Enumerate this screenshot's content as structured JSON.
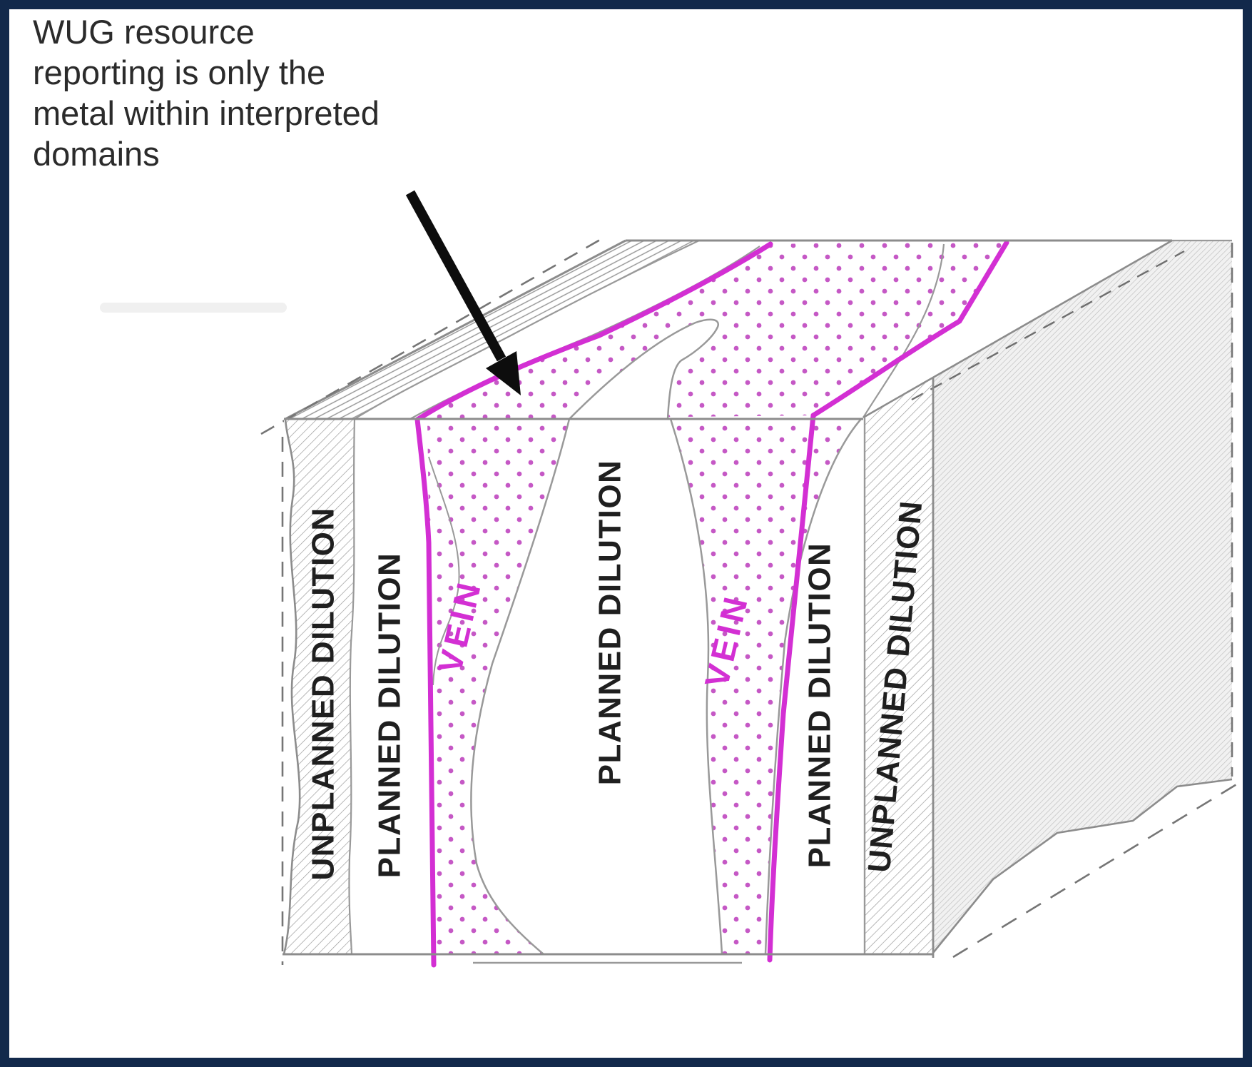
{
  "annotation": {
    "lines": [
      "WUG resource",
      "reporting is only the",
      "metal within interpreted",
      "domains"
    ]
  },
  "diagram": {
    "labels": {
      "unplanned_left": "UNPLANNED DILUTION",
      "planned_left": "PLANNED DILUTION",
      "vein_left": "VEIN",
      "planned_middle": "PLANNED DILUTION",
      "vein_right": "VEIN",
      "planned_right": "PLANNED DILUTION",
      "unplanned_right": "UNPLANNED DILUTION"
    },
    "colors": {
      "magenta": "#d32fd3",
      "dot_fill": "#c558c5",
      "outline_gray": "#8c8c8c",
      "boundary_gray": "#999999",
      "dash_gray": "#757575",
      "label_text": "#1f1f1f",
      "border_navy": "#12294b",
      "arrow_black": "#0d0d0d"
    }
  }
}
